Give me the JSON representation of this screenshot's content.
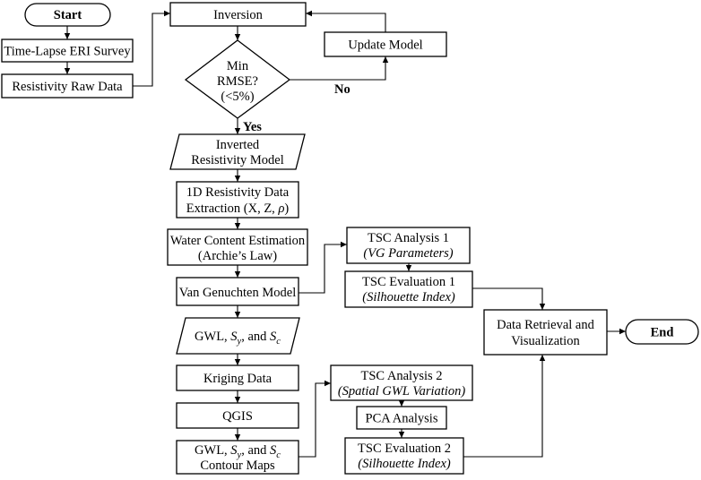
{
  "flowchart": {
    "start": "Start",
    "end": "End",
    "survey": "Time-Lapse ERI Survey",
    "raw_data": "Resistivity Raw Data",
    "inversion": "Inversion",
    "update_model": "Update Model",
    "decision": {
      "line1": "Min",
      "line2": "RMSE?",
      "line3": "(<5%)"
    },
    "no_label": "No",
    "yes_label": "Yes",
    "inverted_model": {
      "line1": "Inverted",
      "line2": "Resistivity Model"
    },
    "extraction": {
      "line1": "1D Resistivity Data",
      "line2_prefix": "Extraction (X, Z, ",
      "rho": "ρ",
      "line2_suffix": ")"
    },
    "water_content": {
      "line1": "Water Content Estimation",
      "line2": "(Archie’s Law)"
    },
    "van_genuchten": "Van Genuchten Model",
    "gwl_params": {
      "p1": "GWL, ",
      "s": "S",
      "y": "y",
      "mid": ", and ",
      "c": "c"
    },
    "kriging": "Kriging Data",
    "qgis": "QGIS",
    "contour": {
      "line2": "Contour Maps"
    },
    "tsc_analysis_1": {
      "line1": "TSC Analysis 1",
      "line2": "(VG Parameters)"
    },
    "tsc_evaluation_1": {
      "line1": "TSC Evaluation 1",
      "line2": "(Silhouette Index)"
    },
    "tsc_analysis_2": {
      "line1": "TSC Analysis 2",
      "line2": "(Spatial GWL Variation)"
    },
    "pca": "PCA Analysis",
    "tsc_evaluation_2": {
      "line1": "TSC Evaluation 2",
      "line2": "(Silhouette Index)"
    },
    "data_retrieval": {
      "line1": "Data Retrieval and",
      "line2": "Visualization"
    },
    "colors": {
      "no": "#e0141e",
      "yes": "#1a2fbf"
    }
  }
}
